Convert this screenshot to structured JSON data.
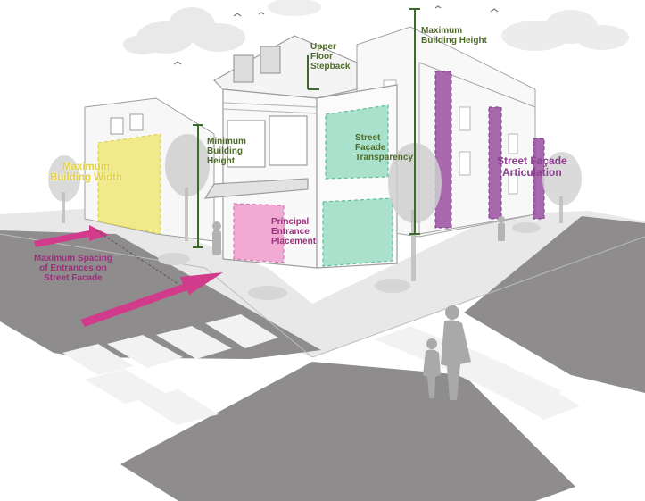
{
  "colors": {
    "road": "#8c8a8b",
    "sidewalk": "#e7e6e6",
    "building_outline": "#9d9d9d",
    "measure_green": "#3e6a2c",
    "width_zone": "#eee565",
    "entrance_zone": "#ef9ccd",
    "transparency_zone": "#9bdcc3",
    "articulation_zone": "#9a4fa0",
    "arrow_pink": "#d23b8b"
  },
  "icons": [
    "cloud-icon",
    "bird-icon",
    "tree-icon",
    "pedestrian-icon"
  ],
  "labels": {
    "upper_floor_stepback": [
      "Upper",
      "Floor",
      "Stepback"
    ],
    "maximum_building_height": [
      "Maximum",
      "Building Height"
    ],
    "minimum_building_height": [
      "Minimum",
      "Building",
      "Height"
    ],
    "street_facade_transparency": [
      "Street",
      "Façade",
      "Transparency"
    ],
    "maximum_building_width": [
      "Maximum",
      "Building Width"
    ],
    "street_facade_articulation": [
      "Street Façade",
      "Articulation"
    ],
    "principal_entrance_placement": [
      "Principal",
      "Entrance",
      "Placement"
    ],
    "maximum_spacing_of_entrances": [
      "Maximum Spacing",
      "of Entrances on",
      "Street Facade"
    ]
  }
}
